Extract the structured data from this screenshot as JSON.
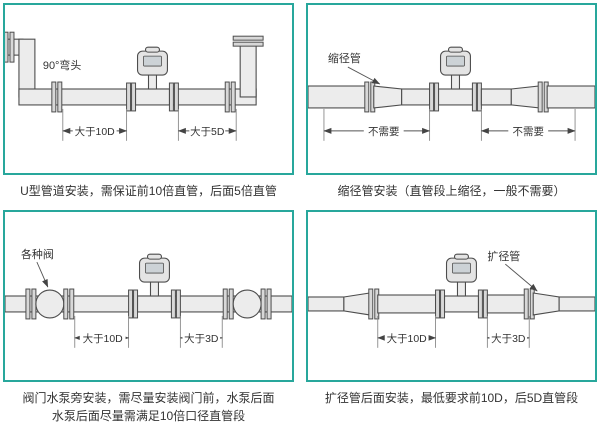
{
  "colors": {
    "panel_border": "#28a79c",
    "pipe_fill": "#ececec",
    "pipe_stroke": "#4d4d4d",
    "text": "#333333"
  },
  "panels": [
    {
      "id": "u-pipe",
      "label": "90°弯头",
      "dim_left": "大于10D",
      "dim_right": "大于5D",
      "caption": "U型管道安装，需保证前10倍直管，后面5倍直管"
    },
    {
      "id": "reducer",
      "label": "缩径管",
      "dim_left": "不需要",
      "dim_right": "不需要",
      "caption": "缩径管安装（直管段上缩径，一般不需要）"
    },
    {
      "id": "valve-pump",
      "label": "各种阀",
      "dim_left": "大于10D",
      "dim_right": "大于3D",
      "caption_line1": "阀门水泵旁安装，需尽量安装阀门前，水泵后面",
      "caption_line2": "水泵后面尽量需满足10倍口径直管段"
    },
    {
      "id": "expander",
      "label": "扩径管",
      "dim_left": "大于10D",
      "dim_right": "大于3D",
      "caption": "扩径管后面安装，最低要求前10D，后5D直管段"
    }
  ]
}
